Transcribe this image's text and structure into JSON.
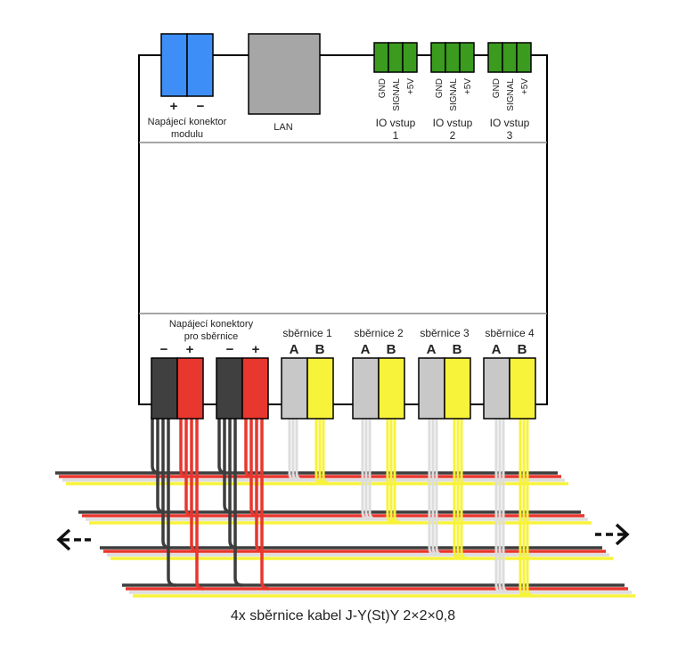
{
  "module": {
    "power_connector": {
      "plus": "+",
      "minus": "−",
      "label_line1": "Napájecí konektor",
      "label_line2": "modulu",
      "colors": [
        "#3e8ef7",
        "#3e8ef7"
      ]
    },
    "lan": {
      "label": "LAN",
      "color": "#a6a6a6"
    },
    "io_inputs": [
      {
        "pins": [
          "GND",
          "SIGNAL",
          "+5V"
        ],
        "label_line1": "IO vstup",
        "label_line2": "1"
      },
      {
        "pins": [
          "GND",
          "SIGNAL",
          "+5V"
        ],
        "label_line1": "IO vstup",
        "label_line2": "2"
      },
      {
        "pins": [
          "GND",
          "SIGNAL",
          "+5V"
        ],
        "label_line1": "IO vstup",
        "label_line2": "3"
      }
    ],
    "io_color": "#3a9b1f"
  },
  "bus_power": {
    "label_line1": "Napájecí konektory",
    "label_line2": "pro sběrnice",
    "connectors": [
      {
        "minus": "−",
        "plus": "+"
      },
      {
        "minus": "−",
        "plus": "+"
      }
    ],
    "colors": {
      "minus": "#404040",
      "plus": "#e8372e"
    }
  },
  "buses": [
    {
      "name": "sběrnice 1",
      "a": "A",
      "b": "B"
    },
    {
      "name": "sběrnice 2",
      "a": "A",
      "b": "B"
    },
    {
      "name": "sběrnice 3",
      "a": "A",
      "b": "B"
    },
    {
      "name": "sběrnice 4",
      "a": "A",
      "b": "B"
    }
  ],
  "bus_colors": {
    "a": "#c8c8c8",
    "b": "#f7f33a"
  },
  "cable_colors": {
    "black": "#3d3d3d",
    "red": "#e8372e",
    "white": "#dddddd",
    "yellow": "#f7f33a"
  },
  "caption": "4x sběrnice kabel J-Y(St)Y 2×2×0,8"
}
